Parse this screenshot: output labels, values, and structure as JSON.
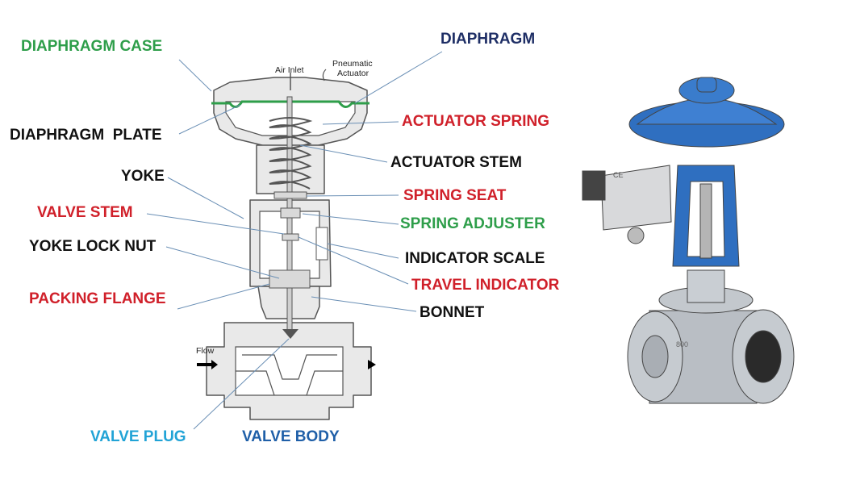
{
  "colors": {
    "green": "#2e9e4a",
    "navy": "#1f2f66",
    "red": "#d0202a",
    "black": "#111111",
    "light_blue": "#21a3d6",
    "dark_blue": "#1f5fa8",
    "actuator_blue": "#2f6fc0",
    "valve_steel": "#b9bec4"
  },
  "diagram_labels": {
    "diaphragm_case": "DIAPHRAGM CASE",
    "diaphragm": "DIAPHRAGM",
    "actuator_spring": "ACTUATOR SPRING",
    "diaphragm_plate": "DIAPHRAGM  PLATE",
    "actuator_stem": "ACTUATOR STEM",
    "yoke": "YOKE",
    "spring_seat": "SPRING SEAT",
    "valve_stem": "VALVE STEM",
    "spring_adjuster": "SPRING ADJUSTER",
    "yoke_lock_nut": "YOKE LOCK NUT",
    "indicator_scale": "INDICATOR SCALE",
    "travel_indicator": "TRAVEL INDICATOR",
    "packing_flange": "PACKING FLANGE",
    "bonnet": "BONNET",
    "valve_plug": "VALVE PLUG",
    "valve_body": "VALVE BODY"
  },
  "drawing_text": {
    "air_inlet": "Air Inlet",
    "pneumatic": "Pneumatic",
    "actuator": "Actuator",
    "flow": "Flow"
  },
  "photo_text": {
    "positioner_mark": "CE",
    "body_mark": "800"
  }
}
